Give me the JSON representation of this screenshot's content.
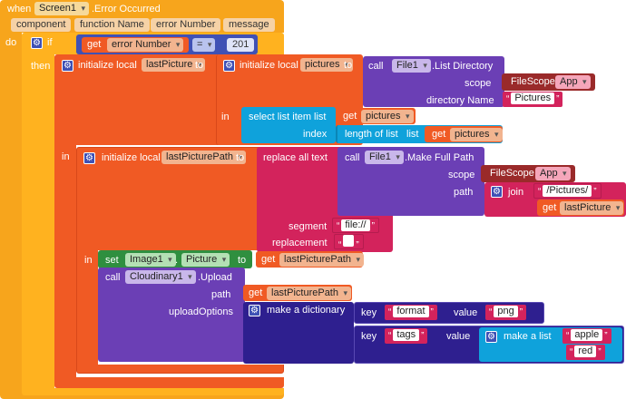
{
  "colors": {
    "event": "#f7a51c",
    "event_dark": "#e3930d",
    "control": "#ffb21f",
    "local": "#f05a24",
    "local_dark": "#d9481a",
    "text": "#d3235c",
    "math": "#3f51b5",
    "component": "#6b3fb5",
    "list": "#0fa2db",
    "dict": "#2e1f8f",
    "setter": "#2f8f3f"
  },
  "event": {
    "when": "when",
    "component": "Screen1",
    "name": ".Error Occurred",
    "params": [
      "component",
      "function Name",
      "error Number",
      "message"
    ],
    "do": "do"
  },
  "if_block": {
    "if": "if",
    "then": "then",
    "get": "get",
    "var": "error Number",
    "op": "=",
    "number": "201"
  },
  "outer_local": {
    "label": "initialize local",
    "name": "lastPicture",
    "to": "to",
    "in": "in"
  },
  "inner_local": {
    "label": "initialize local",
    "name": "pictures",
    "to": "to"
  },
  "list_dir": {
    "call": "call",
    "component": "File1",
    "method": ".List Directory",
    "scope_label": "scope",
    "scope_component": "FileScope",
    "scope_value": "App",
    "dir_label": "directory Name",
    "dir_value": "Pictures"
  },
  "inner_in": "in",
  "select": {
    "label": "select list item",
    "list_label": "list",
    "get": "get",
    "list_var": "pictures",
    "index_label": "index",
    "length_label": "length of list",
    "length_list_label": "list",
    "length_get": "get",
    "length_var": "pictures"
  },
  "path_local": {
    "in": "in",
    "label": "initialize local",
    "name": "lastPicturePath",
    "to": "to"
  },
  "replace": {
    "label": "replace all text",
    "segment_label": "segment",
    "segment_value": "file://",
    "replacement_label": "replacement",
    "replacement_value": ""
  },
  "full_path": {
    "call": "call",
    "component": "File1",
    "method": ".Make Full Path",
    "scope_label": "scope",
    "scope_component": "FileScope",
    "scope_value": "App",
    "path_label": "path",
    "join": "join",
    "join_str": "/Pictures/",
    "get": "get",
    "join_var": "lastPicture"
  },
  "set_block": {
    "in": "in",
    "set": "set",
    "component": "Image1",
    "property": "Picture",
    "to": "to",
    "get": "get",
    "var": "lastPicturePath"
  },
  "upload": {
    "call": "call",
    "component": "Cloudinary1",
    "method": ".Upload",
    "path_label": "path",
    "get": "get",
    "path_var": "lastPicturePath",
    "options_label": "uploadOptions"
  },
  "dictionary": {
    "label": "make a dictionary",
    "key1_label": "key",
    "key1": "format",
    "value1_label": "value",
    "value1": "png",
    "key2_label": "key",
    "key2": "tags",
    "value2_label": "value",
    "list_label": "make a list",
    "item1": "apple",
    "item2": "red"
  }
}
